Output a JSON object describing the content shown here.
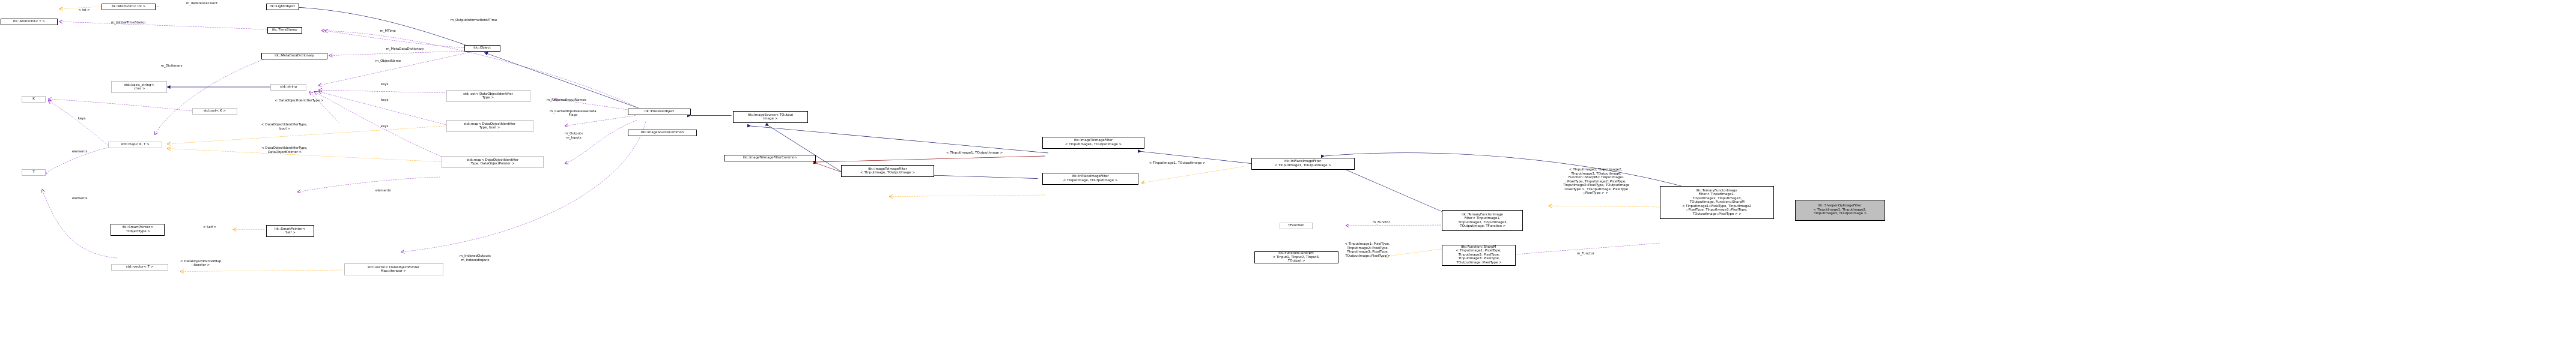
{
  "nodes": {
    "atomic_int": "itk::AtomicInt< int >",
    "light_object": "itk::LightObject",
    "atomic_int_t": "itk::AtomicInt< T >",
    "timestamp": "itk::TimeStamp",
    "object": "itk::Object",
    "metadata_dictionary": "itk::MetaDataDictionary",
    "basic_string": "std::basic_string<\n char >",
    "std_string": "std::string",
    "set_k": "std::set< K >",
    "set_dataobjectidentifier": "std::set< DataObjectIdentifier\nType >",
    "k": "K",
    "map_k_t": "std::map< K, T >",
    "map_dataobjectidentifier_bool": "std::map< DataObjectIdentifier\nType, bool >",
    "process_object": "itk::ProcessObject",
    "t": "T",
    "map_dataobjectidentifier_pointer": "std::map< DataObjectIdentifier\nType, DataObjectPointer >",
    "smartpointer_tobjecttype": "itk::SmartPointer<\n TObjectType >",
    "smartpointer_self": "itk::SmartPointer<\n Self >",
    "vector_t": "std::vector< T >",
    "vector_dataobjectpointer": "std::vector< DataObjectPointer\nMap::iterator >",
    "image_source": "itk::ImageSource< TOutput\nImage >",
    "image_source_common": "itk::ImageSourceCommon",
    "image_to_image_filter_common": "itk::ImageToImageFilterCommon",
    "image_to_image_filter_1": "itk::ImageToImageFilter\n< TInputImage1, TOutputImage >",
    "image_to_image_filter_2": "itk::ImageToImageFilter\n< TInputImage, TOutputImage >",
    "inplace_filter_2": "itk::InPlaceImageFilter\n< TInputImage, TOutputImage >",
    "inplace_filter_1": "itk::InPlaceImageFilter\n< TInputImage1, TOutputImage >",
    "tfunction": "TFunction",
    "ternary_functor_template": "itk::TernaryFunctorImage\nFilter< TInputImage1,\n TInputImage2, TInputImage3,\n TOutputImage, TFunction >",
    "function_sharpm_template": "itk::Function::SharpM\n< TInput1, TInput2, TInput3,\n TOutput >",
    "function_sharpm_instance": "itk::Function::SharpM\n< TInputImage1::PixelType,\n TInputImage2::PixelType,\n TInputImage3::PixelType,\n TOutputImage::PixelType >",
    "ternary_functor_instance": "itk::TernaryFunctorImage\nFilter< TInputImage1,\n TInputImage2, TInputImage3,\n TOutputImage, Function::SharpM\n< TInputImage1::PixelType, TInputImage2\n::PixelType, TInputImage3::PixelType,\n TOutputImage::PixelType > >",
    "sharpen_op_image_filter": "itk::SharpenOpImageFilter\n< TInputImage1, TInputImage2,\n TInputImage3, TOutputImage >"
  },
  "edge_labels": {
    "reference_count": "m_ReferenceCount",
    "int_tpl": "< int >",
    "global_timestamp": "m_GlobalTimeStamp",
    "output_information_mtime": "m_OutputInformationMTime",
    "mtime": "m_MTime",
    "metadata_dictionary": "m_MetaDataDictionary",
    "dictionary": "m_Dictionary",
    "object_name": "m_ObjectName",
    "keys_1": "keys",
    "keys_2": "keys",
    "keys_3": "keys",
    "keys_4": "keys",
    "dataobjectidentifiertype": "< DataObjectIdentifierType >",
    "dataobjectidentifiertype_bool": "< DataObjectIdentifierType,\n bool >",
    "dataobjectidentifiertype_pointer": "< DataObjectIdentifierType,\n DataObjectPointer >",
    "required_input_names": "m_RequiredInputNames",
    "cached_input_release": "m_CachedInputReleaseData\nFlags",
    "outputs_inputs": "m_Outputs\nm_Inputs",
    "elements_1": "elements",
    "elements_2": "elements",
    "elements_3": "elements",
    "self": "< Self >",
    "dataobjectpointermap_iterator": "< DataObjectPointerMap\n::iterator >",
    "indexed_outputs_inputs": "m_IndexedOutputs\nm_IndexedInputs",
    "tinputimage1_toutputimage_1": "< TInputImage1, TOutputImage >",
    "tinputimage1_toutputimage_2": "< TInputImage1, TOutputImage >",
    "functor_1": "m_Functor",
    "functor_2": "m_Functor",
    "ternary_tpl_args": "< TInputImage1, TInputImage2,\n TInputImage3, TOutputImage,\n Function::SharpM< TInputImage1\n::PixelType, TInputImage2::PixelType,\n TInputImage3::PixelType, TOutputImage\n::PixelType >, TOutputImage::PixelType\n::PixelType > >",
    "sharpm_tpl_args": "< TInputImage1::PixelType,\n TInputImage2::PixelType,\n TInputImage3::PixelType,\n TOutputImage::PixelType >"
  },
  "colors": {
    "inheritance": "#191970",
    "usage": "#9a32cd",
    "template": "#ffa500",
    "common": "#8b0000",
    "gray_border": "#bfbfbf",
    "root_fill": "#bfbfbf"
  }
}
